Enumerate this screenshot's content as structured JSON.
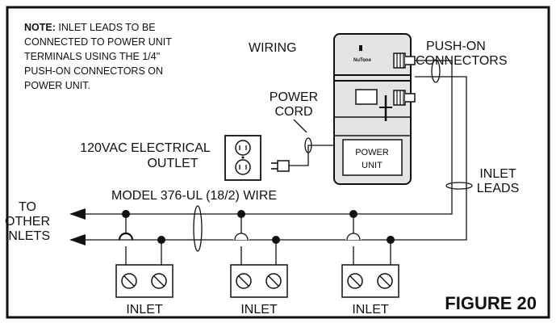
{
  "note": {
    "prefix": "NOTE:",
    "line1_rest": " INLET LEADS TO BE",
    "line2": "CONNECTED TO POWER UNIT",
    "line3": "TERMINALS USING THE 1/4\"",
    "line4": "PUSH-ON CONNECTORS ON",
    "line5": "POWER UNIT."
  },
  "labels": {
    "wiring": "WIRING",
    "push_on_1": "PUSH-ON",
    "push_on_2": "CONNECTORS",
    "power_cord_1": "POWER",
    "power_cord_2": "CORD",
    "outlet_1": "120VAC ELECTRICAL",
    "outlet_2": "OUTLET",
    "power_unit_1": "POWER",
    "power_unit_2": "UNIT",
    "brand": "NuTone",
    "inlet_leads_1": "INLET",
    "inlet_leads_2": "LEADS",
    "wire_model": "MODEL 376-UL (18/2) WIRE",
    "to_other_1": "TO",
    "to_other_2": "OTHER",
    "to_other_3": "INLETS",
    "inlet_1": "INLET",
    "inlet_2": "INLET",
    "inlet_3": "INLET",
    "figure": "FIGURE 20"
  }
}
